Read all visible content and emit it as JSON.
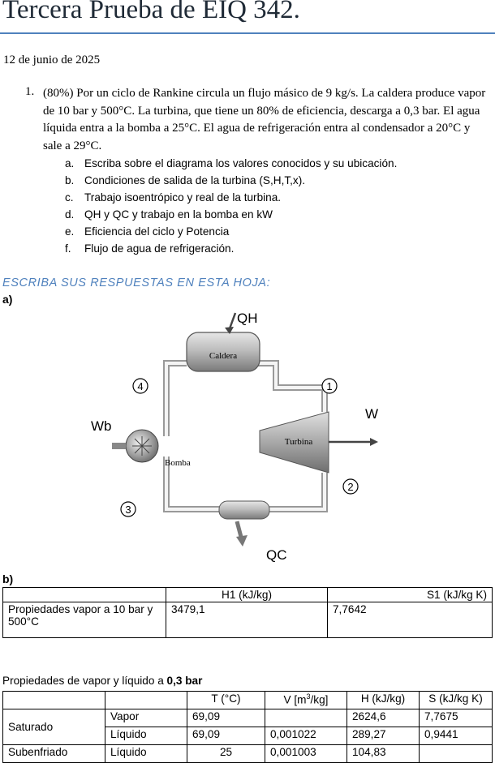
{
  "title": "Tercera Prueba de EIQ 342.",
  "date": "12 de junio de 2025",
  "question1": {
    "number": "1.",
    "text": "(80%) Por un ciclo de Rankine circula un flujo másico de 9 kg/s. La caldera produce vapor de 10 bar y 500°C. La turbina, que tiene un 80% de eficiencia, descarga a 0,3 bar. El agua líquida entra a la bomba a 25°C. El agua de refrigeración entra al condensador a 20°C y sale a 29°C.",
    "items": [
      {
        "letter": "a.",
        "text": "Escriba sobre el diagrama los valores conocidos y su ubicación."
      },
      {
        "letter": "b.",
        "text": "Condiciones de salida de la turbina (S,H,T,x)."
      },
      {
        "letter": "c.",
        "text": "Trabajo isoentrópico y real de la turbina."
      },
      {
        "letter": "d.",
        "text": "QH y QC y trabajo en la bomba en kW"
      },
      {
        "letter": "e.",
        "text": "Eficiencia del ciclo y Potencia"
      },
      {
        "letter": "f.",
        "text": "Flujo de agua de refrigeración."
      }
    ]
  },
  "answer_prompt": "ESCRIBA SUS RESPUESTAS EN ESTA HOJA:",
  "label_a": "a)",
  "label_b": "b)",
  "diagram": {
    "qh": "QH",
    "qc": "QC",
    "w": "W",
    "wb": "Wb",
    "caldera": "Caldera",
    "turbina": "Turbina",
    "bomba": "Bomba",
    "points": [
      "1",
      "2",
      "3",
      "4"
    ]
  },
  "table1": {
    "h1_header": "H1 (kJ/kg)",
    "s1_header": "S1 (kJ/kg K)",
    "row_label": "Propiedades vapor a 10 bar y 500°C",
    "h1": "3479,1",
    "s1": "7,7642"
  },
  "table2": {
    "caption_prefix": "Propiedades de vapor y líquido a ",
    "caption_bold": "0,3 bar",
    "headers": [
      "T (°C)",
      "V [m3/kg]",
      "H (kJ/kg)",
      "S (kJ/kg K)"
    ],
    "saturado_label": "Saturado",
    "subenfriado_label": "Subenfriado",
    "rows": [
      {
        "phase": "Vapor",
        "T": "69,09",
        "V": "",
        "H": "2624,6",
        "S": "7,7675"
      },
      {
        "phase": "Líquido",
        "T": "69,09",
        "V": "0,001022",
        "H": "289,27",
        "S": "0,9441"
      },
      {
        "phase": "Líquido",
        "T": "25",
        "V": "0,001003",
        "H": "104,83",
        "S": ""
      }
    ]
  }
}
